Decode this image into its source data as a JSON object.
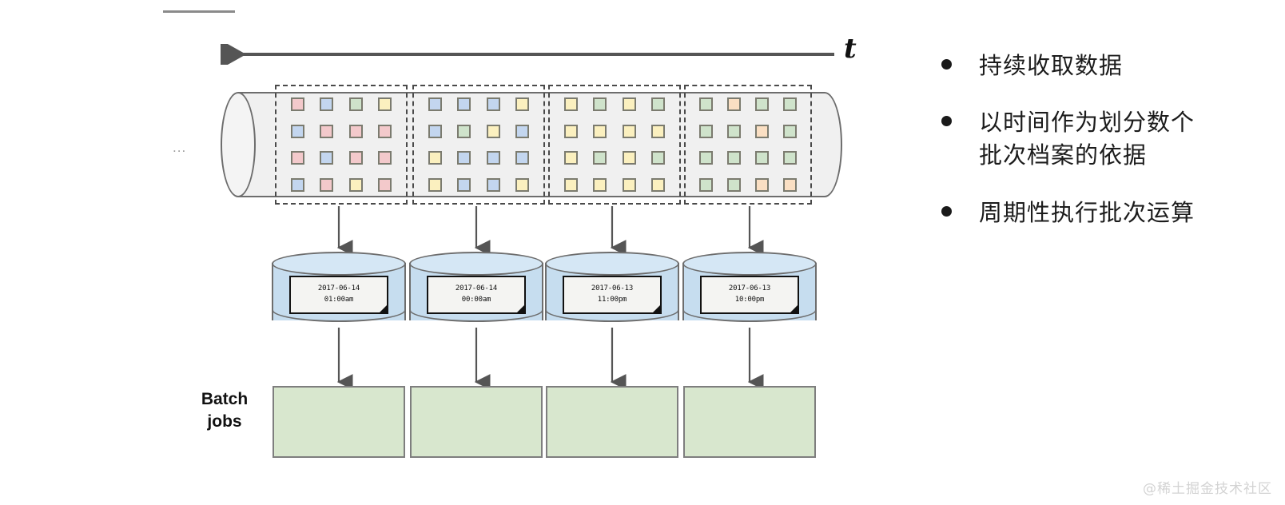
{
  "diagram": {
    "time_axis": {
      "label": "t",
      "direction": "left",
      "icon": "left-arrow-icon"
    },
    "stream": {
      "ellipsis": "...",
      "groups": [
        {
          "name": "batch-window-1",
          "tiles": [
            [
              "pink",
              "blue",
              "green",
              "yellow"
            ],
            [
              "blue",
              "pink",
              "pink",
              "pink"
            ],
            [
              "pink",
              "blue",
              "pink",
              "pink"
            ],
            [
              "blue",
              "pink",
              "yellow",
              "pink"
            ]
          ]
        },
        {
          "name": "batch-window-2",
          "tiles": [
            [
              "blue",
              "blue",
              "blue",
              "yellow"
            ],
            [
              "blue",
              "green",
              "yellow",
              "blue"
            ],
            [
              "yellow",
              "blue",
              "blue",
              "blue"
            ],
            [
              "yellow",
              "blue",
              "blue",
              "yellow"
            ]
          ]
        },
        {
          "name": "batch-window-3",
          "tiles": [
            [
              "yellow",
              "green",
              "yellow",
              "green"
            ],
            [
              "yellow",
              "yellow",
              "yellow",
              "yellow"
            ],
            [
              "yellow",
              "green",
              "yellow",
              "green"
            ],
            [
              "yellow",
              "yellow",
              "yellow",
              "yellow"
            ]
          ]
        },
        {
          "name": "batch-window-4",
          "tiles": [
            [
              "green",
              "orange",
              "green",
              "green"
            ],
            [
              "green",
              "green",
              "orange",
              "green"
            ],
            [
              "green",
              "green",
              "green",
              "green"
            ],
            [
              "green",
              "green",
              "orange",
              "orange"
            ]
          ]
        }
      ]
    },
    "datastores": [
      {
        "date": "2017-06-14",
        "time": "01:00am"
      },
      {
        "date": "2017-06-14",
        "time": "00:00am"
      },
      {
        "date": "2017-06-13",
        "time": "11:00pm"
      },
      {
        "date": "2017-06-13",
        "time": "10:00pm"
      }
    ],
    "batch_jobs": {
      "label": "Batch\njobs",
      "boxes": [
        "",
        "",
        "",
        ""
      ]
    },
    "colors": {
      "pink": "#f3c9cb",
      "blue": "#c3d6ef",
      "green": "#cfe3cb",
      "yellow": "#fbf0bf",
      "orange": "#fadfc3",
      "stream_fill": "#f0f0f0",
      "db_fill": "#c6ddef",
      "job_fill": "#d8e7ce",
      "stroke": "#6d6d6d"
    }
  },
  "notes": {
    "bullets": [
      "持续收取数据",
      "以时间作为划分数个\n批次档案的依据",
      "周期性执行批次运算"
    ]
  },
  "watermark": "@稀土掘金技术社区"
}
